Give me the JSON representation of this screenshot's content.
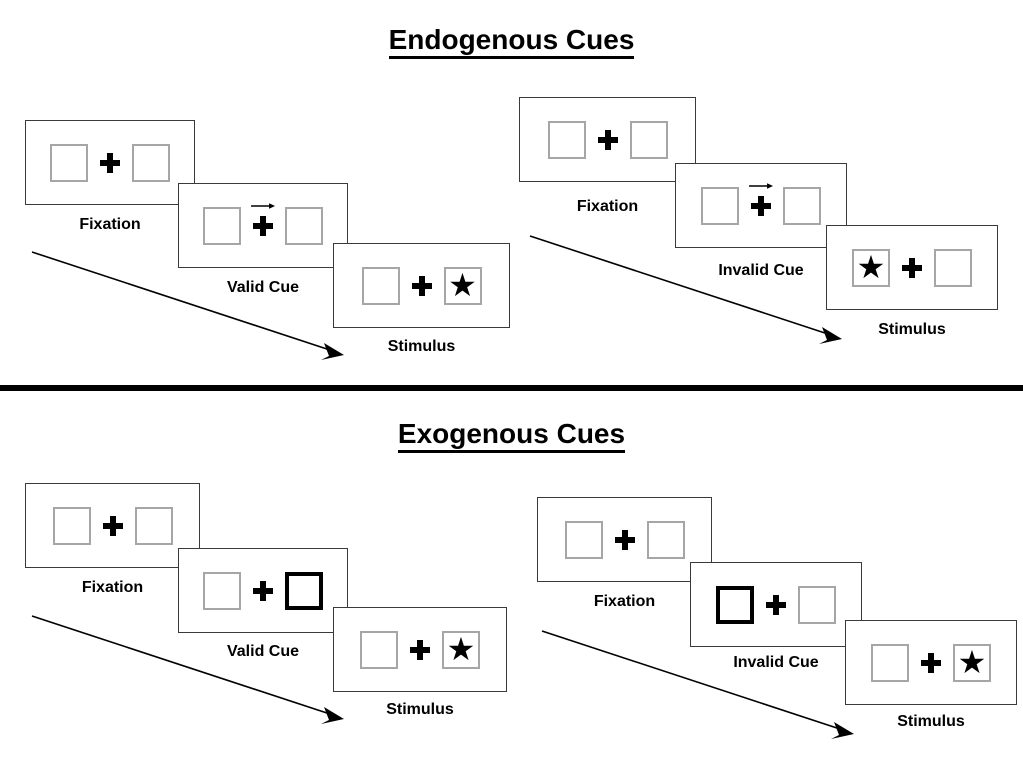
{
  "sections": [
    {
      "id": "endogenous",
      "title": "Endogenous Cues",
      "groups": [
        {
          "id": "endogenous-valid",
          "cue_label": "Valid Cue",
          "stages": [
            {
              "name": "fixation",
              "caption": "Fixation",
              "arrow": false,
              "cued": "none",
              "target": "none"
            },
            {
              "name": "cue",
              "caption": "Valid Cue",
              "arrow": true,
              "cued": "none",
              "target": "none"
            },
            {
              "name": "stimulus",
              "caption": "Stimulus",
              "arrow": false,
              "cued": "none",
              "target": "right"
            }
          ]
        },
        {
          "id": "endogenous-invalid",
          "cue_label": "Invalid Cue",
          "stages": [
            {
              "name": "fixation",
              "caption": "Fixation",
              "arrow": false,
              "cued": "none",
              "target": "none"
            },
            {
              "name": "cue",
              "caption": "Invalid Cue",
              "arrow": true,
              "cued": "none",
              "target": "none"
            },
            {
              "name": "stimulus",
              "caption": "Stimulus",
              "arrow": false,
              "cued": "none",
              "target": "left"
            }
          ]
        }
      ]
    },
    {
      "id": "exogenous",
      "title": "Exogenous Cues",
      "groups": [
        {
          "id": "exogenous-valid",
          "cue_label": "Valid Cue",
          "stages": [
            {
              "name": "fixation",
              "caption": "Fixation",
              "arrow": false,
              "cued": "none",
              "target": "none"
            },
            {
              "name": "cue",
              "caption": "Valid Cue",
              "arrow": false,
              "cued": "right",
              "target": "none"
            },
            {
              "name": "stimulus",
              "caption": "Stimulus",
              "arrow": false,
              "cued": "none",
              "target": "right"
            }
          ]
        },
        {
          "id": "exogenous-invalid",
          "cue_label": "Invalid Cue",
          "stages": [
            {
              "name": "fixation",
              "caption": "Fixation",
              "arrow": false,
              "cued": "none",
              "target": "none"
            },
            {
              "name": "cue",
              "caption": "Invalid Cue",
              "arrow": false,
              "cued": "left",
              "target": "none"
            },
            {
              "name": "stimulus",
              "caption": "Stimulus",
              "arrow": false,
              "cued": "none",
              "target": "right"
            }
          ]
        }
      ]
    }
  ],
  "glyphs": {
    "star": "★",
    "fixation_cross": "plus-sign",
    "cue_arrow": "right-arrow",
    "time_arrow": "diagonal-arrow"
  },
  "colors": {
    "ink": "#000000",
    "panel_border": "#3a3a3a",
    "box_border": "#a6a6a6",
    "cued_box_border": "#000000",
    "background": "#ffffff",
    "divider": "#000000"
  }
}
